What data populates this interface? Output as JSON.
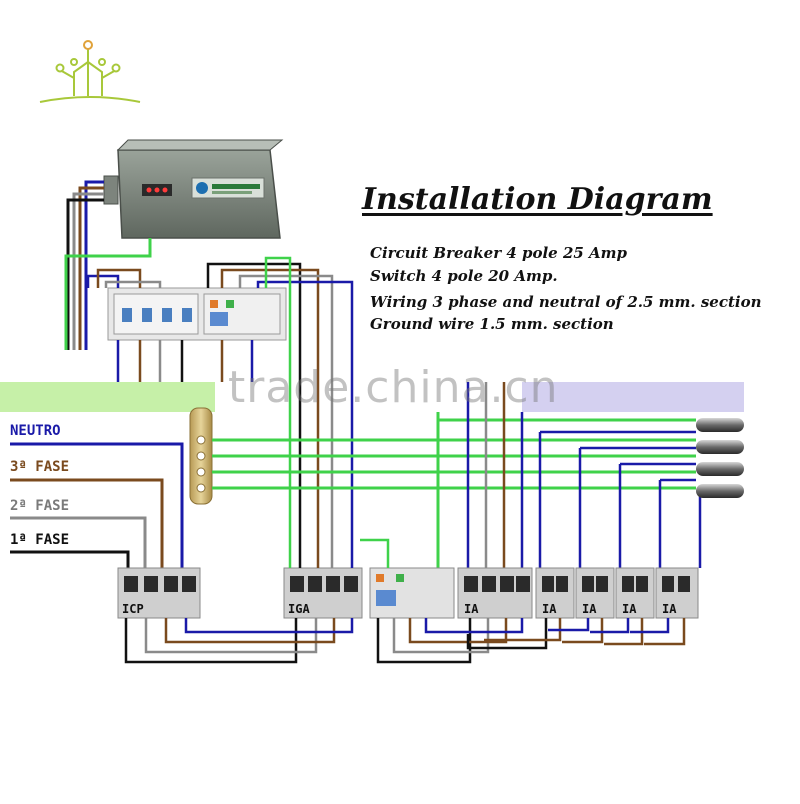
{
  "title": "Installation Diagram",
  "specs": [
    "Circuit Breaker 4 pole 25 Amp",
    "Switch 4 pole 20 Amp.",
    "Wiring 3 phase and neutral of 2.5 mm. section",
    "Ground wire 1.5 mm. section"
  ],
  "phases": {
    "neutro": "NEUTRO",
    "fase3": "3ª FASE",
    "fase2": "2ª FASE",
    "fase1": "1ª FASE"
  },
  "boxes": {
    "icp": "ICP",
    "iga": "IGA",
    "ia": [
      "IA",
      "IA",
      "IA",
      "IA",
      "IA"
    ]
  },
  "watermark": "trade.china.cn",
  "colors": {
    "neutral": "#1a1aa8",
    "phase3": "#7a4a1e",
    "phase2": "#8a8a8a",
    "phase1": "#111111",
    "ground": "#3fd24a",
    "bar_green": "#c6f0a8",
    "bar_lavender": "#d4d0f0"
  }
}
